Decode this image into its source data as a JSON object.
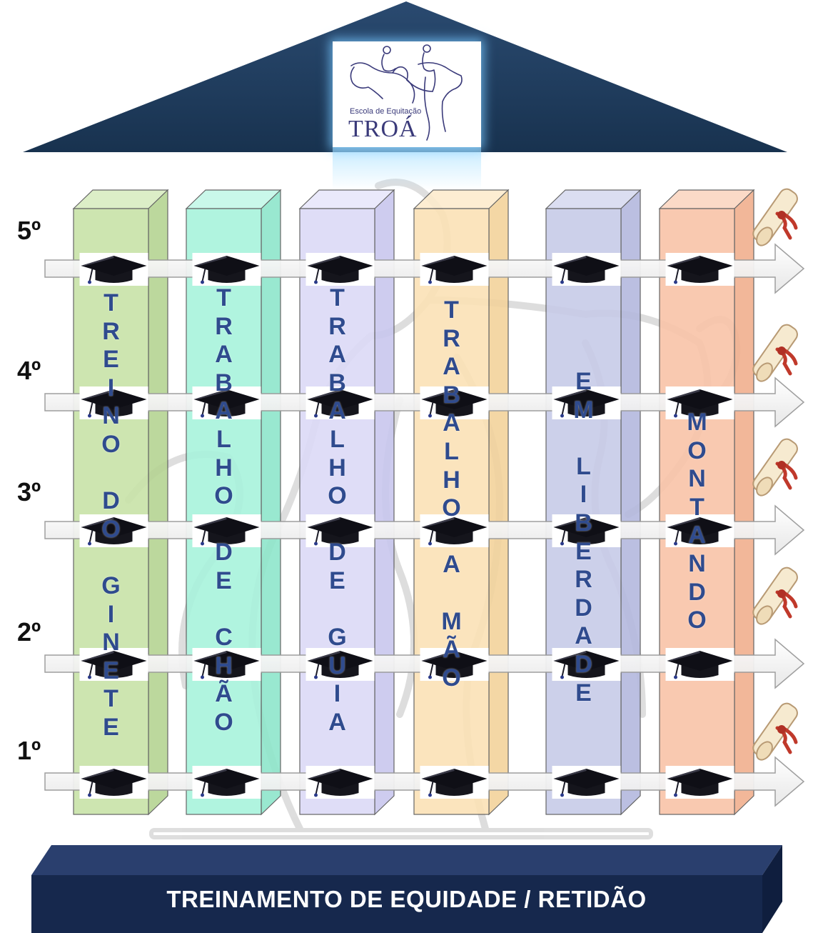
{
  "logo": {
    "school_label": "Escola de Equitação",
    "name": "TROÁ"
  },
  "levels": [
    "5º",
    "4º",
    "3º",
    "2º",
    "1º"
  ],
  "pillars": [
    {
      "letters": [
        "T",
        "R",
        "E",
        "I",
        "N",
        "O",
        "",
        "D",
        "O",
        "",
        "G",
        "I",
        "N",
        "E",
        "T",
        "E"
      ],
      "color": "#c8e3a8",
      "side": "#b5d493",
      "top": "#d9edc2"
    },
    {
      "letters": [
        "T",
        "R",
        "A",
        "B",
        "A",
        "L",
        "H",
        "O",
        "",
        "D",
        "E",
        "",
        "C",
        "H",
        "Ã",
        "O"
      ],
      "color": "#a8f3dc",
      "side": "#8fe6cb",
      "top": "#c4f8e8"
    },
    {
      "letters": [
        "T",
        "R",
        "A",
        "B",
        "A",
        "L",
        "H",
        "O",
        "",
        "D",
        "E",
        "",
        "G",
        "U",
        "I",
        "A"
      ],
      "color": "#dcdaf7",
      "side": "#c9c7ee",
      "top": "#e8e7fb"
    },
    {
      "letters": [
        "T",
        "R",
        "A",
        "B",
        "A",
        "L",
        "H",
        "O",
        "",
        "A",
        "",
        "M",
        "Ã",
        "O"
      ],
      "color": "#fbe2b6",
      "side": "#f3d39c",
      "top": "#fdecce"
    },
    {
      "letters": [
        "E",
        "M",
        "",
        "L",
        "I",
        "B",
        "E",
        "R",
        "D",
        "A",
        "D",
        "E"
      ],
      "color": "#c7cbe8",
      "side": "#b4b9de",
      "top": "#d8dbf0"
    },
    {
      "letters": [
        "M",
        "O",
        "N",
        "T",
        "A",
        "N",
        "D",
        "O"
      ],
      "color": "#f9c4a8",
      "side": "#f1b08f",
      "top": "#fbd6c2"
    }
  ],
  "base": {
    "label": "TREINAMENTO DE EQUIDADE / RETIDÃO"
  },
  "colors": {
    "roof": "#1e3a5f",
    "base": "#16284d",
    "pillar_text": "#2f4b8e",
    "ribbon": "#c0392b"
  },
  "icons": [
    "graduation-cap-icon",
    "diploma-scroll-icon",
    "horse-rider-icon"
  ]
}
